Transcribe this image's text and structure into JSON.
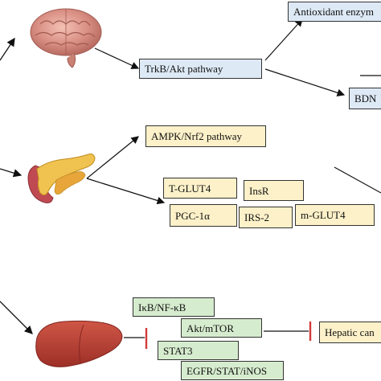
{
  "nodes": {
    "antioxidant": "Antioxidant enzym",
    "trkb_akt": "TrkB/Akt pathway",
    "bdn": "BDN",
    "ampk_nrf2": "AMPK/Nrf2 pathway",
    "t_glut4": "T-GLUT4",
    "insr": "InsR",
    "pgc1a": "PGC-1α",
    "irs2": "IRS-2",
    "m_glut4": "m-GLUT4",
    "ikb_nfkb": "IκB/NF-κB",
    "akt_mtor": "Akt/mTOR",
    "stat3": "STAT3",
    "egfr_stat_inos": "EGFR/STAT/iNOS",
    "hepatic": "Hepatic can"
  },
  "organs": [
    "brain",
    "pancreas",
    "liver"
  ],
  "colors": {
    "blue_box": "#dde9f5",
    "yellow_box": "#fdf1c9",
    "green_box": "#d6ecce",
    "inhibit_mark": "#d33a3a",
    "arrow": "#111111"
  }
}
